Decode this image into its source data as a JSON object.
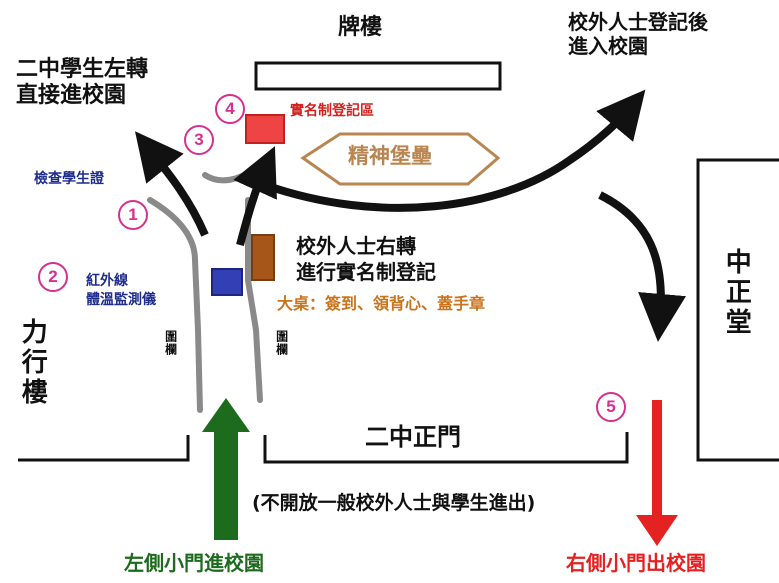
{
  "top_building": "牌樓",
  "left_building": "力行樓",
  "right_building": "中正堂",
  "center_sign": "精神堡壘",
  "gate_label": "二中正門",
  "gate_note": "(不開放一般校外人士與學生進出)",
  "students_left_line1": "二中學生左轉",
  "students_left_line2": "直接進校園",
  "visitors_line1": "校外人士登記後",
  "visitors_line2": "進入校園",
  "check_id": "檢查學生證",
  "infrared_line1": "紅外線",
  "infrared_line2": "體溫監測儀",
  "registration_area": "實名制登記區",
  "visitors_right_line1": "校外人士右轉",
  "visitors_right_line2": "進行實名制登記",
  "desk_note": "大桌：簽到、領背心、蓋手章",
  "fence_left": "圍欄",
  "fence_right": "圍欄",
  "left_door": "左側小門進校園",
  "right_door": "右側小門出校園",
  "markers": [
    "1",
    "2",
    "3",
    "4",
    "5"
  ],
  "colors": {
    "navy": "#1f2d8f",
    "magenta": "#d6308f",
    "red": "#e52222",
    "green": "#1d6b1d",
    "orange": "#c9741c",
    "tan": "#b98550",
    "brown": "#a7561a",
    "blue_box": "#3340b5"
  }
}
